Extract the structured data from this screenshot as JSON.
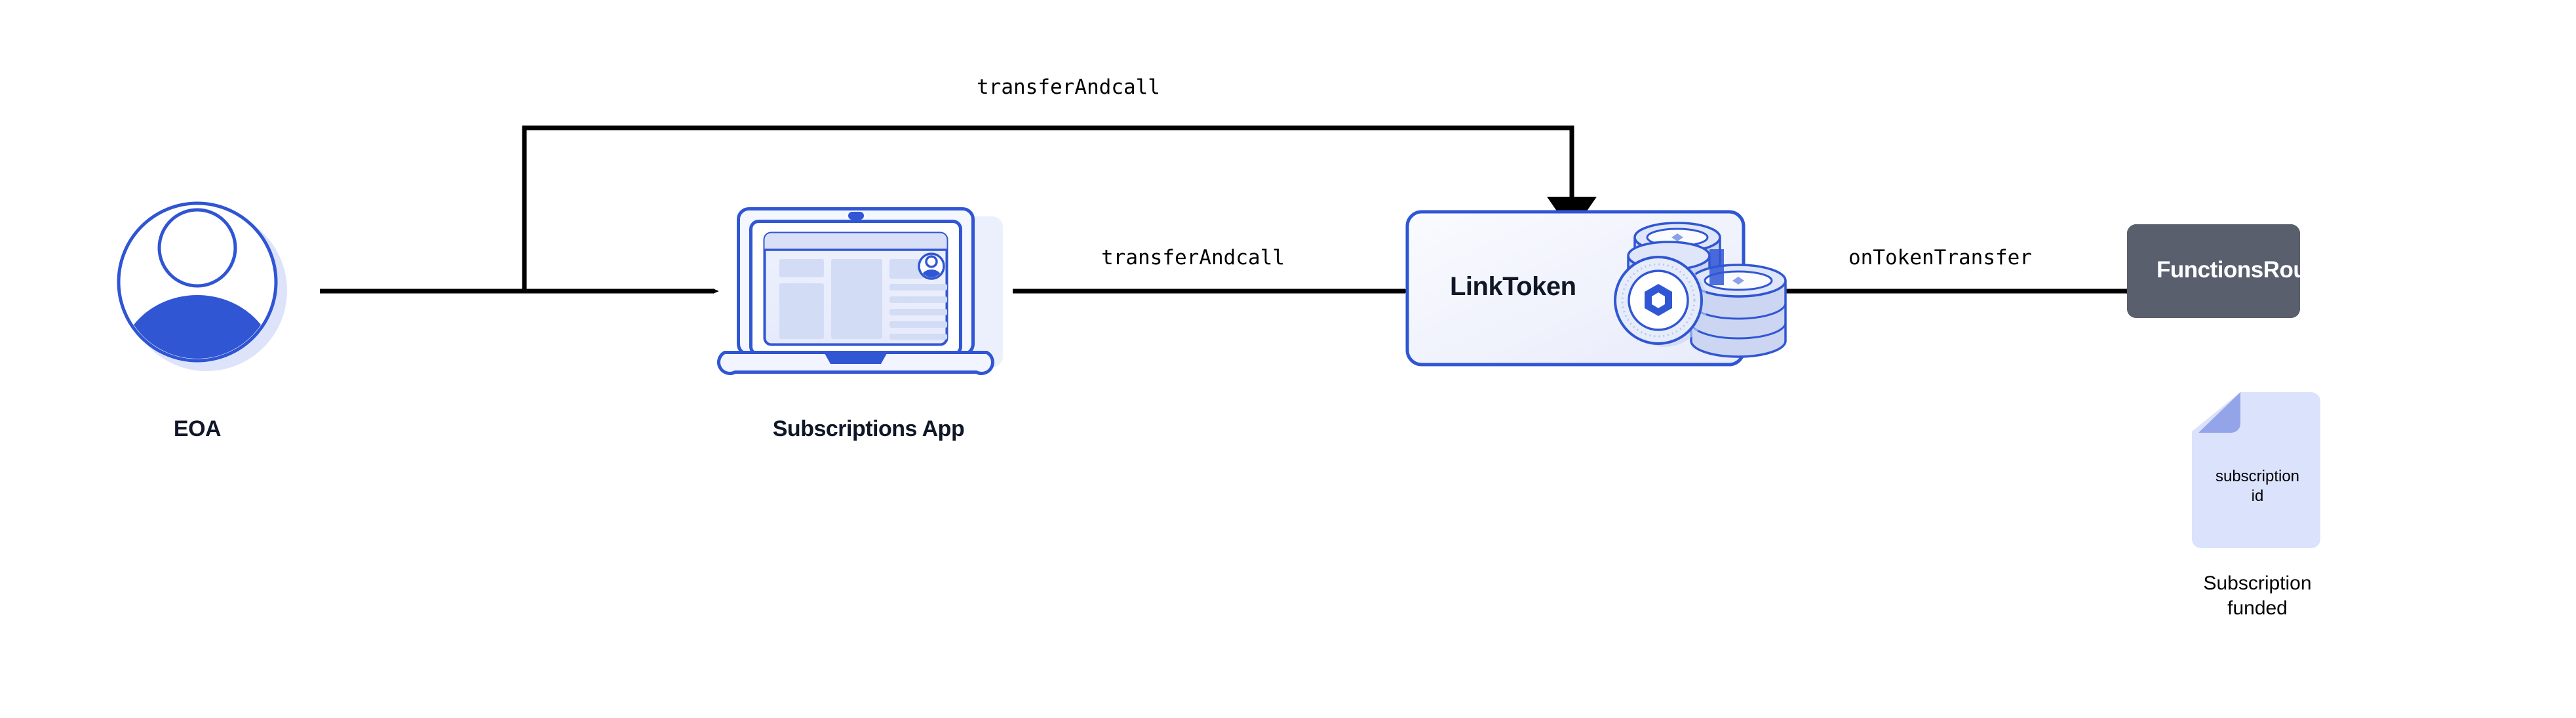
{
  "diagram": {
    "title_hidden": "",
    "background": "#ffffff",
    "accent_blue": "#2f55d4",
    "light_fill": "#e3e8fb",
    "dark_box": "#5a5f6e",
    "text_dark": "#101828",
    "line_color": "#000000"
  },
  "nodes": {
    "eoa": {
      "label": "EOA",
      "icon": "user-avatar-icon"
    },
    "subscriptions_app": {
      "label": "Subscriptions App",
      "icon": "laptop-icon"
    },
    "link_token": {
      "label": "LinkToken",
      "icon": "coin-stack-icon",
      "border_color": "#2f55d4",
      "fill_color": "#f4f5fd"
    },
    "functions_router": {
      "label": "FunctionsRouter",
      "fill_color": "#5a5f6e",
      "text_color": "#ffffff"
    },
    "subscription_doc": {
      "doc_text_line1": "subscription",
      "doc_text_line2": "id",
      "caption_line1": "Subscription",
      "caption_line2": "funded",
      "icon": "document-icon"
    }
  },
  "edges": [
    {
      "id": "eoa-to-app",
      "label": "",
      "from": "eoa",
      "to": "subscriptions_app"
    },
    {
      "id": "app-to-linktoken",
      "label": "transferAndcall",
      "from": "subscriptions_app",
      "to": "link_token"
    },
    {
      "id": "eoa-bypass-to-linktoken",
      "label": "transferAndcall",
      "from": "eoa",
      "to": "link_token"
    },
    {
      "id": "linktoken-to-router",
      "label": "onTokenTransfer",
      "from": "link_token",
      "to": "functions_router"
    }
  ]
}
